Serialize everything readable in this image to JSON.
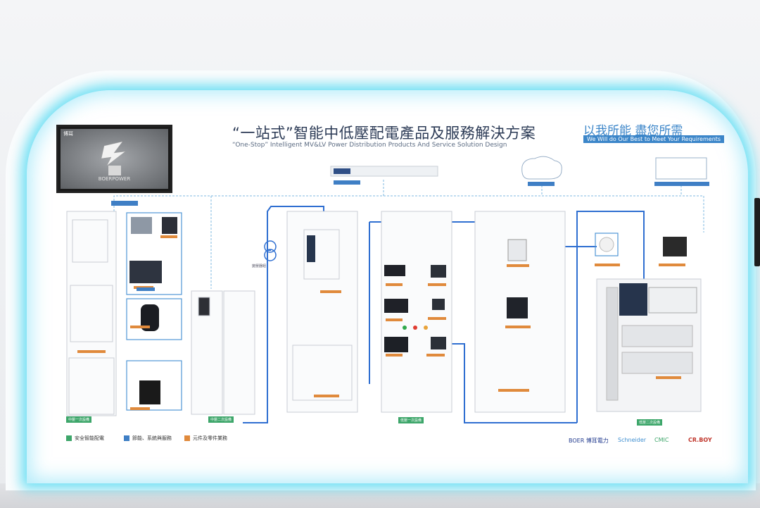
{
  "header": {
    "title_cn": "“一站式”智能中低壓配電產品及服務解決方案",
    "title_en": "“One-Stop” Intelligent MV&LV Power Distribution Products And Service Solution Design",
    "slogan_cn": "以我所能 盡您所需",
    "slogan_en": "We Will do Our Best to Meet Your Requirements"
  },
  "tv": {
    "logo_text": "博耳",
    "caption": "BOERPOWER"
  },
  "cabinet_labels": {
    "mv_primary": "中壓一次設備",
    "mv_secondary": "中壓二次設備",
    "lv_primary": "低壓一次設備",
    "lv_secondary": "低壓二次設備",
    "transformer": "變壓器組"
  },
  "legend": [
    {
      "label": "安全智能配電",
      "color": "#3da66a"
    },
    {
      "label": "節能、系統與服務",
      "color": "#3f7fc5"
    },
    {
      "label": "元件及零件業務",
      "color": "#e08a3c"
    }
  ],
  "brands": [
    "BOER 博耳電力",
    "Schneider",
    "CMIC",
    "CR.BOY"
  ],
  "colors": {
    "glow": "#40d6f0",
    "line": "#2f6fd1",
    "accent": "#e08a3c",
    "title": "#2b3a55"
  }
}
